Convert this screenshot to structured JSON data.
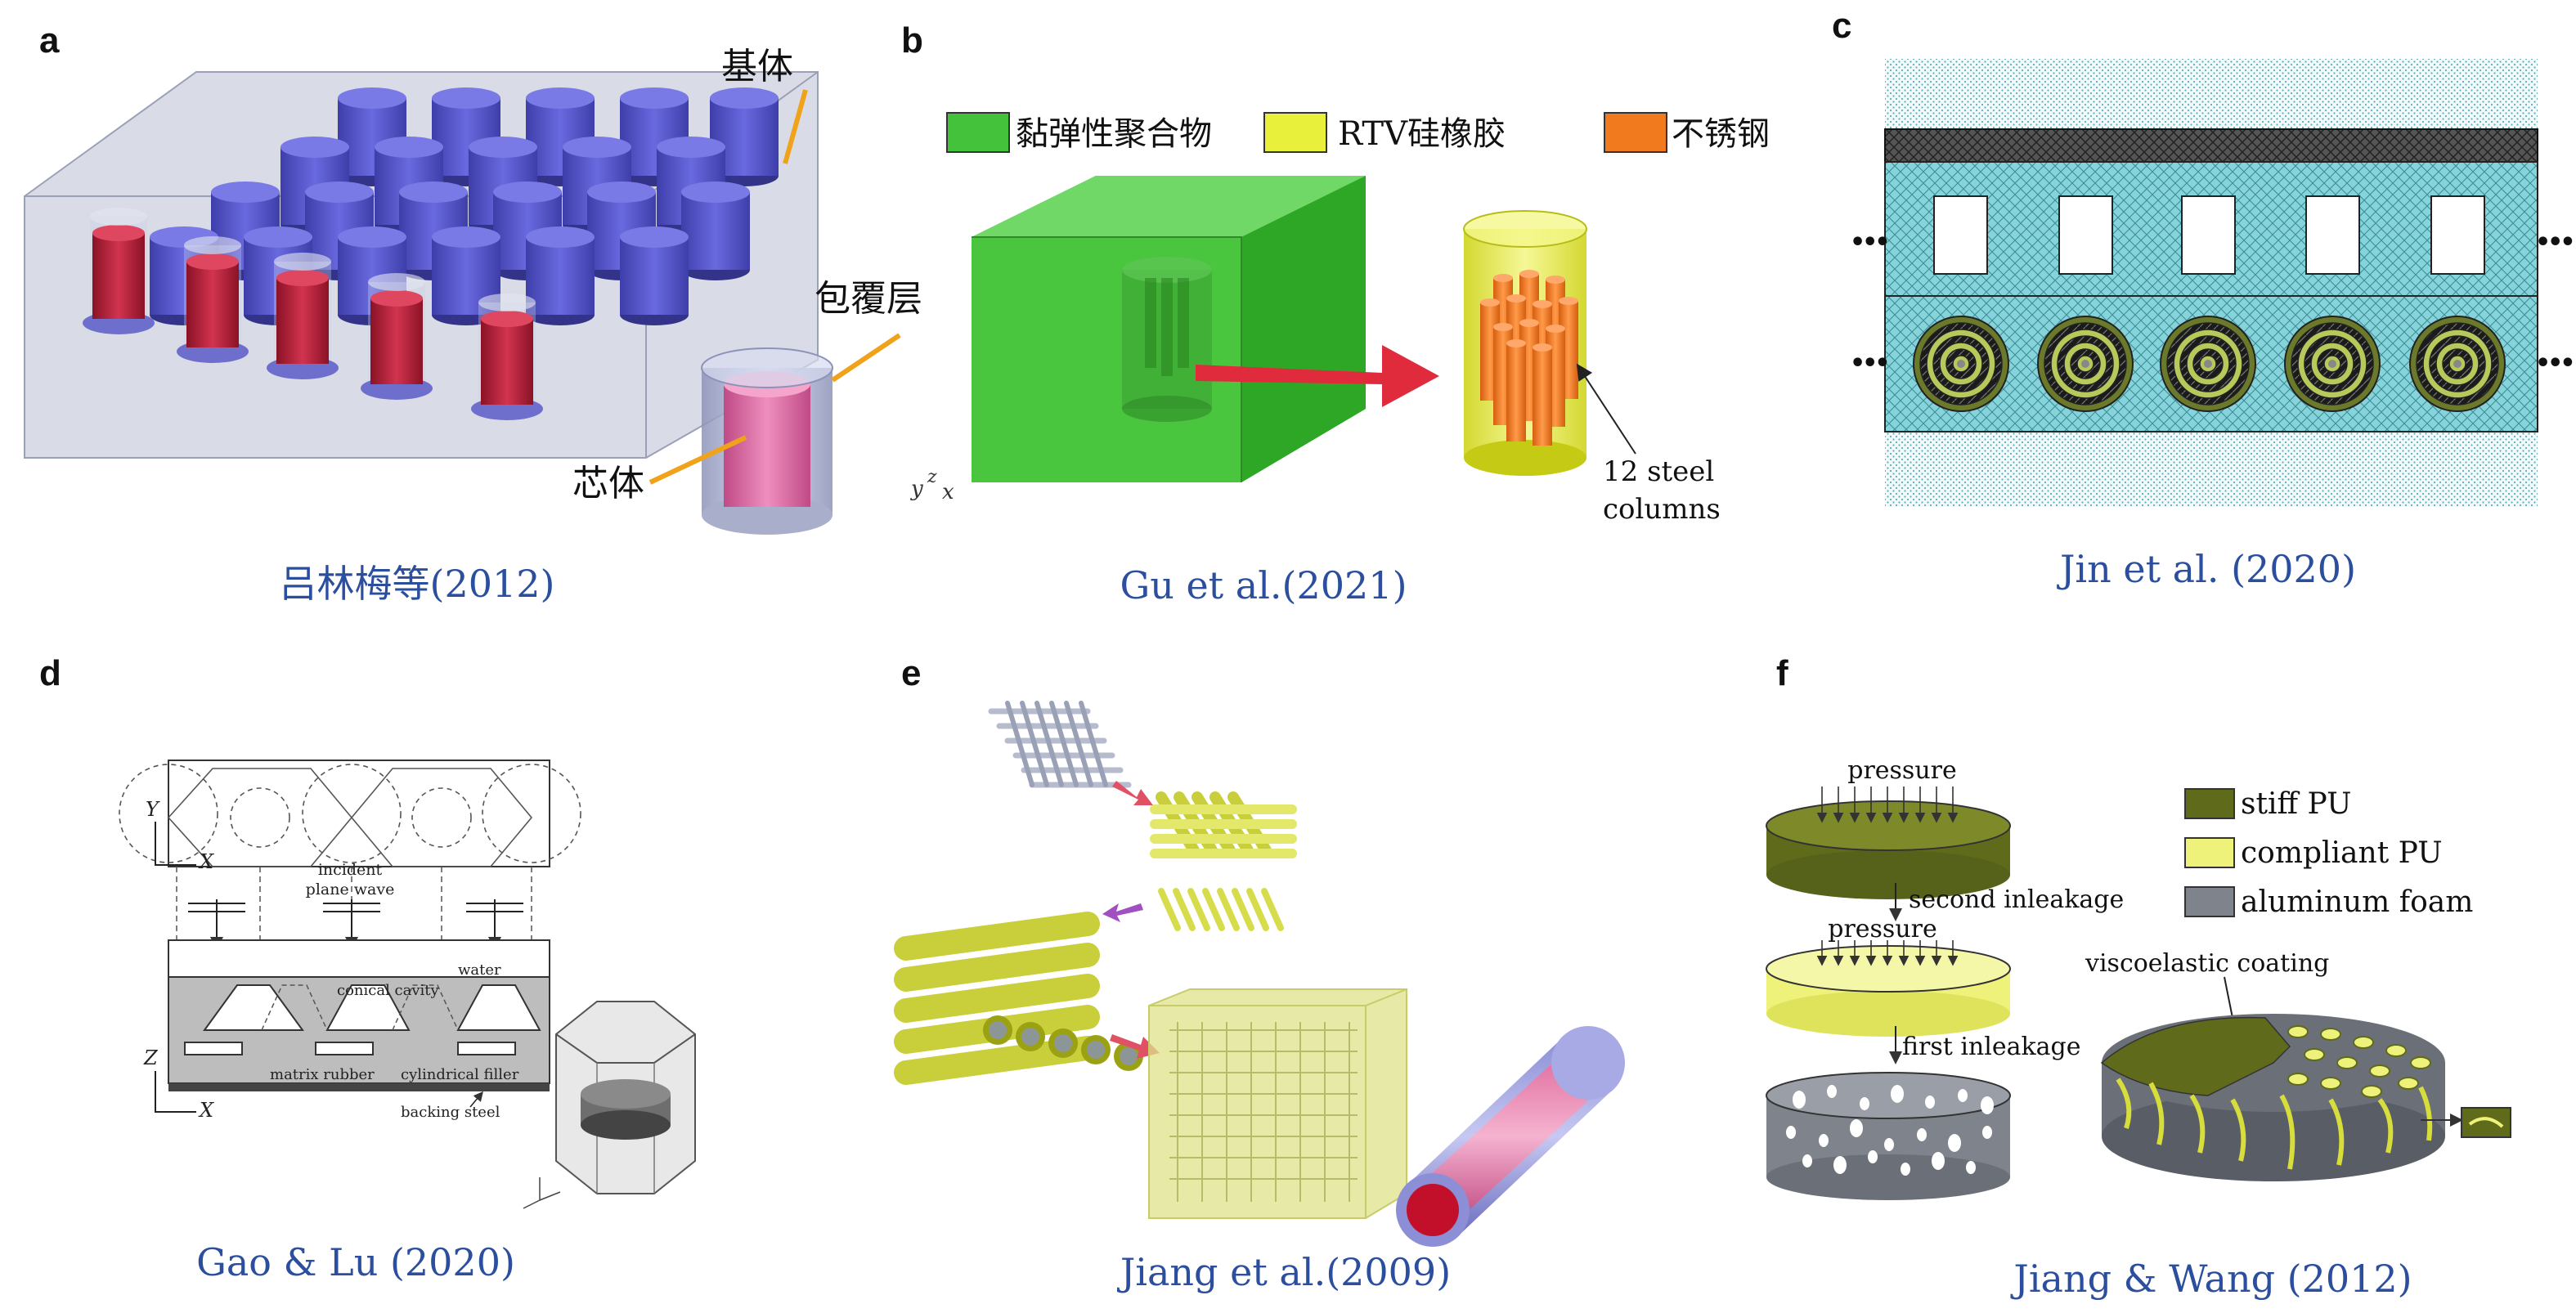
{
  "panels": {
    "a": {
      "letter": "a",
      "label_matrix": "基体",
      "label_coating": "包覆层",
      "label_core": "芯体",
      "caption": "吕林梅等(2012)"
    },
    "b": {
      "letter": "b",
      "legend": [
        {
          "label": "黏弹性聚合物",
          "color": "#44c23c"
        },
        {
          "label": "RTV硅橡胶",
          "color": "#e9f03c"
        },
        {
          "label": "不锈钢",
          "color": "#f27a1e"
        }
      ],
      "axis_y": "y",
      "axis_z": "z",
      "axis_x": "x",
      "annotation_line1": "12 steel",
      "annotation_line2": "columns",
      "caption": "Gu et al.(2021)"
    },
    "c": {
      "letter": "c",
      "dots_left_top": "•••",
      "dots_right_top": "•••",
      "dots_left_bottom": "•••",
      "dots_right_bottom": "•••",
      "caption": "Jin et al. (2020)"
    },
    "d": {
      "letter": "d",
      "axis_y": "Y",
      "axis_x_top": "X",
      "axis_z": "Z",
      "axis_x_bottom": "X",
      "label_incident_1": "incident",
      "label_incident_2": "plane wave",
      "label_water": "water",
      "label_conical": "conical cavity",
      "label_matrix": "matrix rubber",
      "label_filler": "cylindrical filler",
      "label_backing": "backing steel",
      "caption": "Gao & Lu (2020)"
    },
    "e": {
      "letter": "e",
      "caption": "Jiang et al.(2009)"
    },
    "f": {
      "letter": "f",
      "label_pressure_1": "pressure",
      "label_second": "second inleakage",
      "label_pressure_2": "pressure",
      "label_first": "first inleakage",
      "label_viscoelastic": "viscoelastic coating",
      "legend": [
        {
          "label": "stiff PU",
          "color": "#5f6b1a"
        },
        {
          "label": "compliant PU",
          "color": "#eef27a"
        },
        {
          "label": "aluminum foam",
          "color": "#7e838c"
        }
      ],
      "caption": "Jiang & Wang (2012)"
    }
  },
  "colors": {
    "caption_blue": "#2b4f9e",
    "matrix_blue": "#5757c8",
    "core_red": "#b3203a",
    "polymer_green": "#44c23c",
    "rtv_yellow": "#e9f03c",
    "steel_orange": "#f27a1e",
    "c_cyan": "#86d3db",
    "c_dark": "#3a3a3a"
  }
}
